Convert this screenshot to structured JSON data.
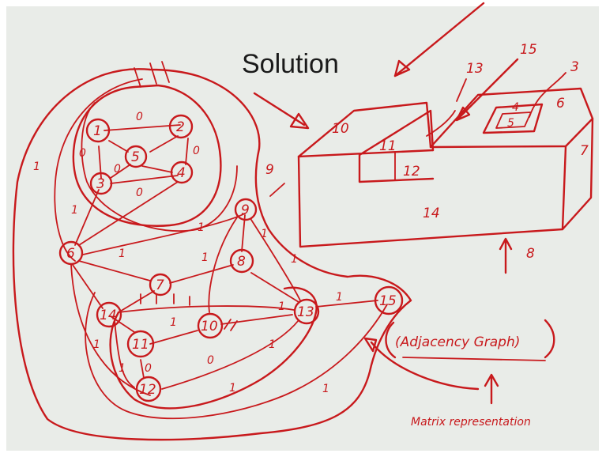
{
  "colors": {
    "paper": "#e9ece8",
    "ink": "#c8191c",
    "title_ink": "#1a1a1a"
  },
  "title": "Solution",
  "graph": {
    "nodes": [
      {
        "id": "n1",
        "label": "1"
      },
      {
        "id": "n2",
        "label": "2"
      },
      {
        "id": "n3",
        "label": "3"
      },
      {
        "id": "n4",
        "label": "4"
      },
      {
        "id": "n5",
        "label": "5"
      },
      {
        "id": "n6",
        "label": "6"
      },
      {
        "id": "n7",
        "label": "7"
      },
      {
        "id": "n8",
        "label": "8"
      },
      {
        "id": "n9",
        "label": "9"
      },
      {
        "id": "n10",
        "label": "10"
      },
      {
        "id": "n11",
        "label": "11"
      },
      {
        "id": "n12",
        "label": "12"
      },
      {
        "id": "n13",
        "label": "13"
      },
      {
        "id": "n14",
        "label": "14"
      },
      {
        "id": "n15",
        "label": "15"
      }
    ],
    "edge_weights": [
      "0",
      "0",
      "0",
      "0",
      "0",
      "1",
      "1",
      "1",
      "1",
      "1",
      "1",
      "1",
      "1",
      "1",
      "1",
      "1",
      "1",
      "1",
      "1",
      "0",
      "0",
      "1"
    ]
  },
  "cuboid": {
    "face_labels": [
      "10",
      "11",
      "12",
      "14",
      "6",
      "7",
      "8",
      "13",
      "15",
      "3",
      "9",
      "4",
      "5"
    ]
  },
  "annotations": {
    "adjacency": "(Adjacency Graph)",
    "matrix": "Matrix representation"
  }
}
